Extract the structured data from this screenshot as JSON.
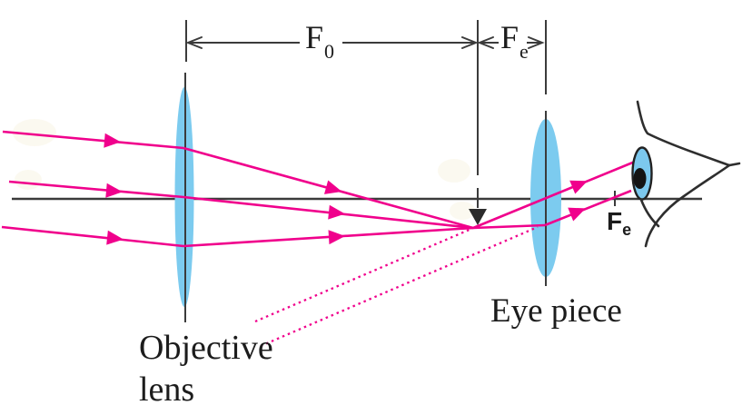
{
  "labels": {
    "f0": {
      "base": "F",
      "sub": "0"
    },
    "fe_top": {
      "base": "F",
      "sub": "e"
    },
    "fe_axis": {
      "base": "F",
      "sub": "e"
    },
    "objective": {
      "line1": "Objective",
      "line2": "lens"
    },
    "eyepiece": "Eye piece"
  },
  "colors": {
    "ray": "#F0008C",
    "lens_fill": "#7CCBEF",
    "line": "#3B3B3B",
    "eye_outline": "#2E2E2E",
    "iris_fill": "#7CC8EE",
    "pupil": "#141414",
    "text": "#1C1C1C",
    "background": "#FFFFFF"
  }
}
